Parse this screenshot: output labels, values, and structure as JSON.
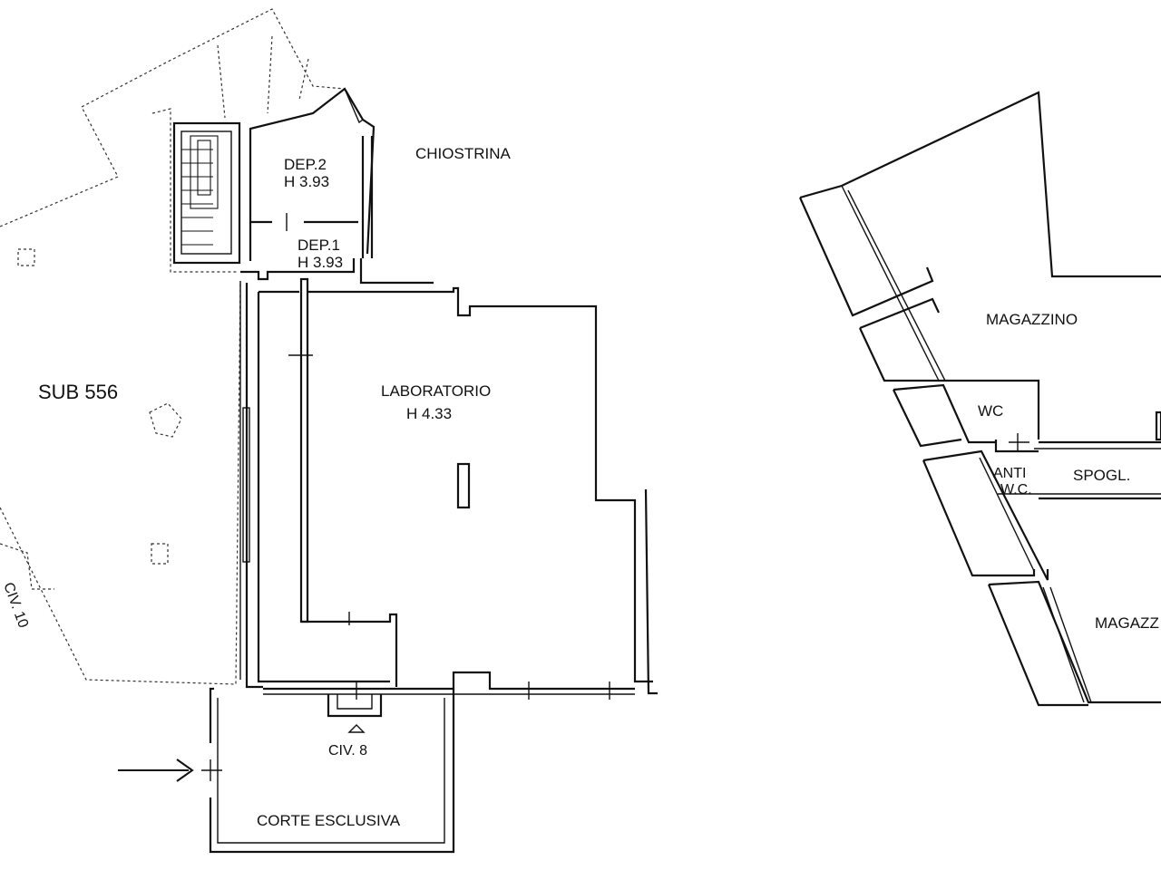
{
  "rooms": {
    "dep2": {
      "name": "DEP.2",
      "height": "H 3.93"
    },
    "dep1": {
      "name": "DEP.1",
      "height": "H 3.93"
    },
    "chiostrina": "CHIOSTRINA",
    "laboratorio": {
      "name": "LABORATORIO",
      "height": "H 4.33"
    },
    "sub": "SUB 556",
    "civ8": "CIV. 8",
    "civ10": "CIV. 10",
    "corte": "CORTE ESCLUSIVA",
    "magazzino_top": "MAGAZZINO",
    "wc": "WC",
    "anti_wc_1": "ANTI",
    "anti_wc_2": "W.C.",
    "spogl": "SPOGL.",
    "magazzino_bottom": "MAGAZZ"
  },
  "colors": {
    "line": "#111111",
    "background": "#ffffff"
  }
}
